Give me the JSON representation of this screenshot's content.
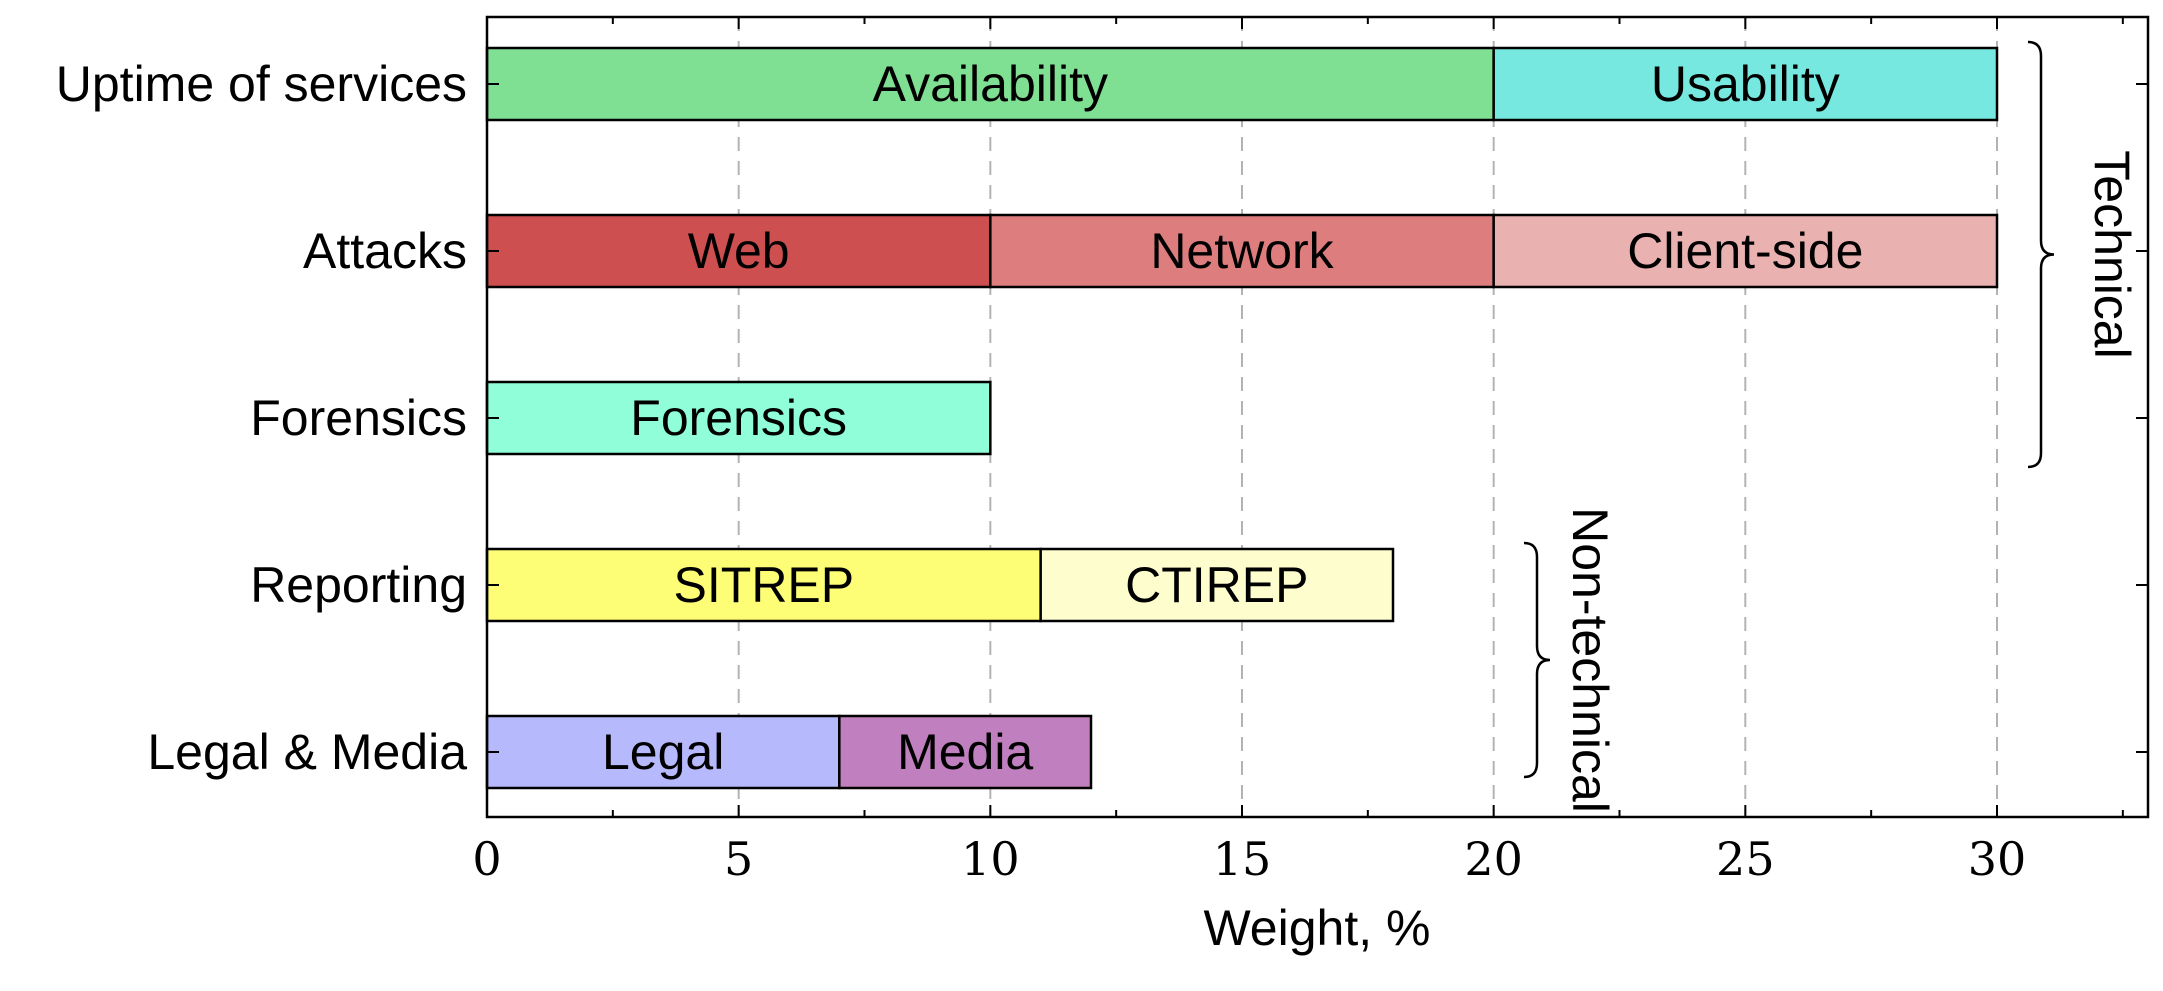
{
  "chart_data": {
    "type": "bar",
    "orientation": "horizontal",
    "stacked": true,
    "xlabel": "Weight, %",
    "xlim": [
      0,
      33
    ],
    "xticks": [
      0,
      5,
      10,
      15,
      20,
      25,
      30
    ],
    "grid": "vertical dashed",
    "categories": [
      "Uptime of services",
      "Attacks",
      "Forensics",
      "Reporting",
      "Legal & Media"
    ],
    "bars": [
      {
        "category": "Uptime of services",
        "segments": [
          {
            "label": "Availability",
            "value": 20,
            "color": "#7fdf93"
          },
          {
            "label": "Usability",
            "value": 10,
            "color": "#77e8df"
          }
        ]
      },
      {
        "category": "Attacks",
        "segments": [
          {
            "label": "Web",
            "value": 10,
            "color": "#cd4f4f"
          },
          {
            "label": "Network",
            "value": 10,
            "color": "#dd7d7d"
          },
          {
            "label": "Client-side",
            "value": 10,
            "color": "#eab1b1"
          }
        ]
      },
      {
        "category": "Forensics",
        "segments": [
          {
            "label": "Forensics",
            "value": 10,
            "color": "#8ffed9"
          }
        ]
      },
      {
        "category": "Reporting",
        "segments": [
          {
            "label": "SITREP",
            "value": 11,
            "color": "#fdfd76"
          },
          {
            "label": "CTIREP",
            "value": 7,
            "color": "#fdfdcd"
          }
        ]
      },
      {
        "category": "Legal & Media",
        "segments": [
          {
            "label": "Legal",
            "value": 7,
            "color": "#b7b9fd"
          },
          {
            "label": "Media",
            "value": 5,
            "color": "#c07fbf"
          }
        ]
      }
    ],
    "groups": [
      {
        "label": "Technical",
        "categories": [
          "Uptime of services",
          "Attacks",
          "Forensics"
        ]
      },
      {
        "label": "Non-technical",
        "categories": [
          "Reporting",
          "Legal & Media"
        ]
      }
    ]
  }
}
